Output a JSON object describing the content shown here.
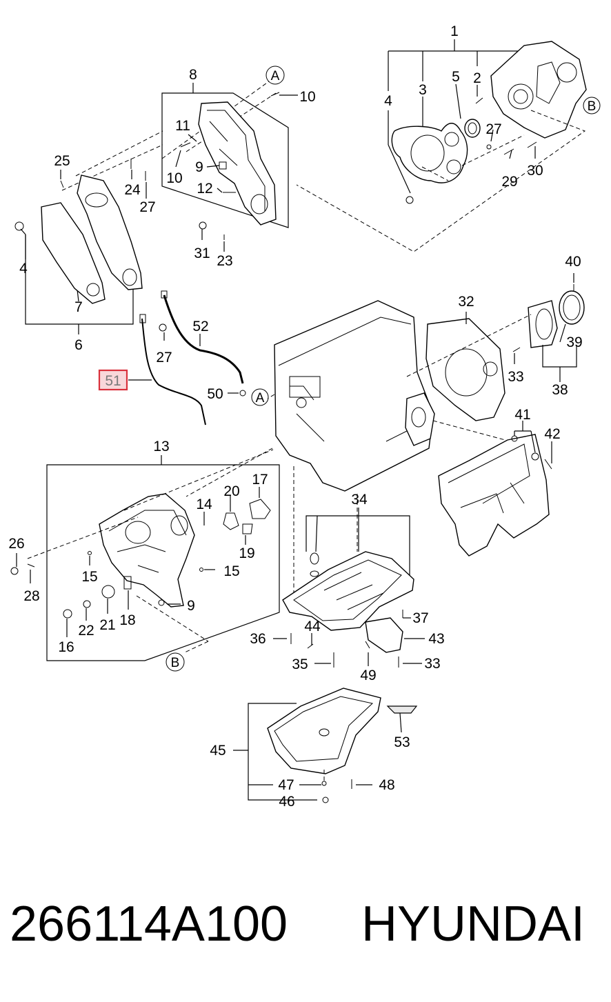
{
  "caption": {
    "part_number": "266114A100",
    "brand": "HYUNDAI"
  },
  "highlight": {
    "callout": "51",
    "fill": "#f9d7da",
    "stroke": "#d9313c"
  },
  "callouts": [
    "1",
    "2",
    "3",
    "4",
    "5",
    "27",
    "29",
    "30",
    "B",
    "8",
    "A",
    "10",
    "11",
    "9",
    "10",
    "12",
    "31",
    "23",
    "25",
    "24",
    "27",
    "4",
    "7",
    "6",
    "52",
    "27",
    "51",
    "50",
    "A",
    "32",
    "40",
    "39",
    "33",
    "38",
    "41",
    "42",
    "13",
    "20",
    "17",
    "14",
    "19",
    "26",
    "15",
    "15",
    "28",
    "9",
    "16",
    "22",
    "21",
    "18",
    "B",
    "34",
    "37",
    "36",
    "44",
    "43",
    "35",
    "49",
    "33",
    "45",
    "53",
    "47",
    "48",
    "46"
  ]
}
